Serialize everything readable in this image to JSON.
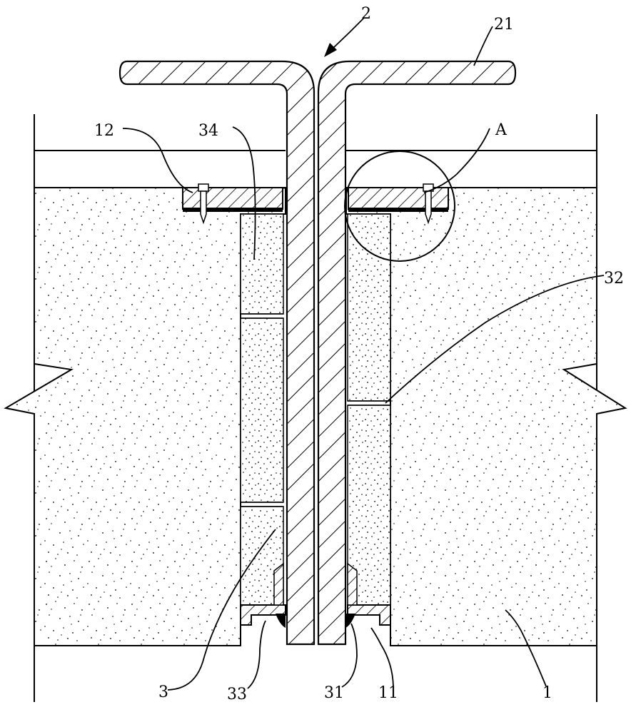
{
  "labels": {
    "ref_1": "1",
    "ref_2": "2",
    "ref_3": "3",
    "ref_11": "11",
    "ref_12": "12",
    "ref_21": "21",
    "ref_31": "31",
    "ref_32": "32",
    "ref_33": "33",
    "ref_34": "34",
    "ref_A": "A"
  },
  "colors": {
    "line": "#000000",
    "background": "#ffffff"
  }
}
